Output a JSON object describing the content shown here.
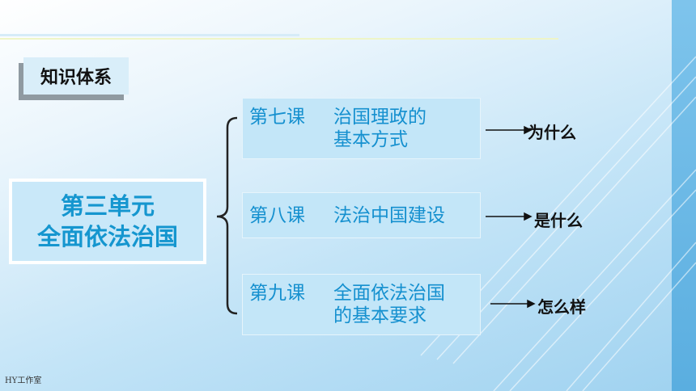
{
  "tag": "知识体系",
  "unit": {
    "line1": "第三单元",
    "line2": "全面依法治国"
  },
  "lessons": [
    {
      "lesson": "第七课",
      "title_line1": "治国理政的",
      "title_line2": "基本方式",
      "question": "为什么"
    },
    {
      "lesson": "第八课",
      "title_line1": "法治中国建设",
      "title_line2": "",
      "question": "是什么"
    },
    {
      "lesson": "第九课",
      "title_line1": "全面依法治国",
      "title_line2": "的基本要求",
      "question": "怎么样"
    }
  ],
  "footer": "HY工作室",
  "colors": {
    "accent": "#1596cf",
    "box_fill": "#c3e6f8",
    "band": "#5aaee0"
  },
  "icons": {
    "arrow": "right-arrow-icon",
    "bracket": "left-brace-icon"
  }
}
